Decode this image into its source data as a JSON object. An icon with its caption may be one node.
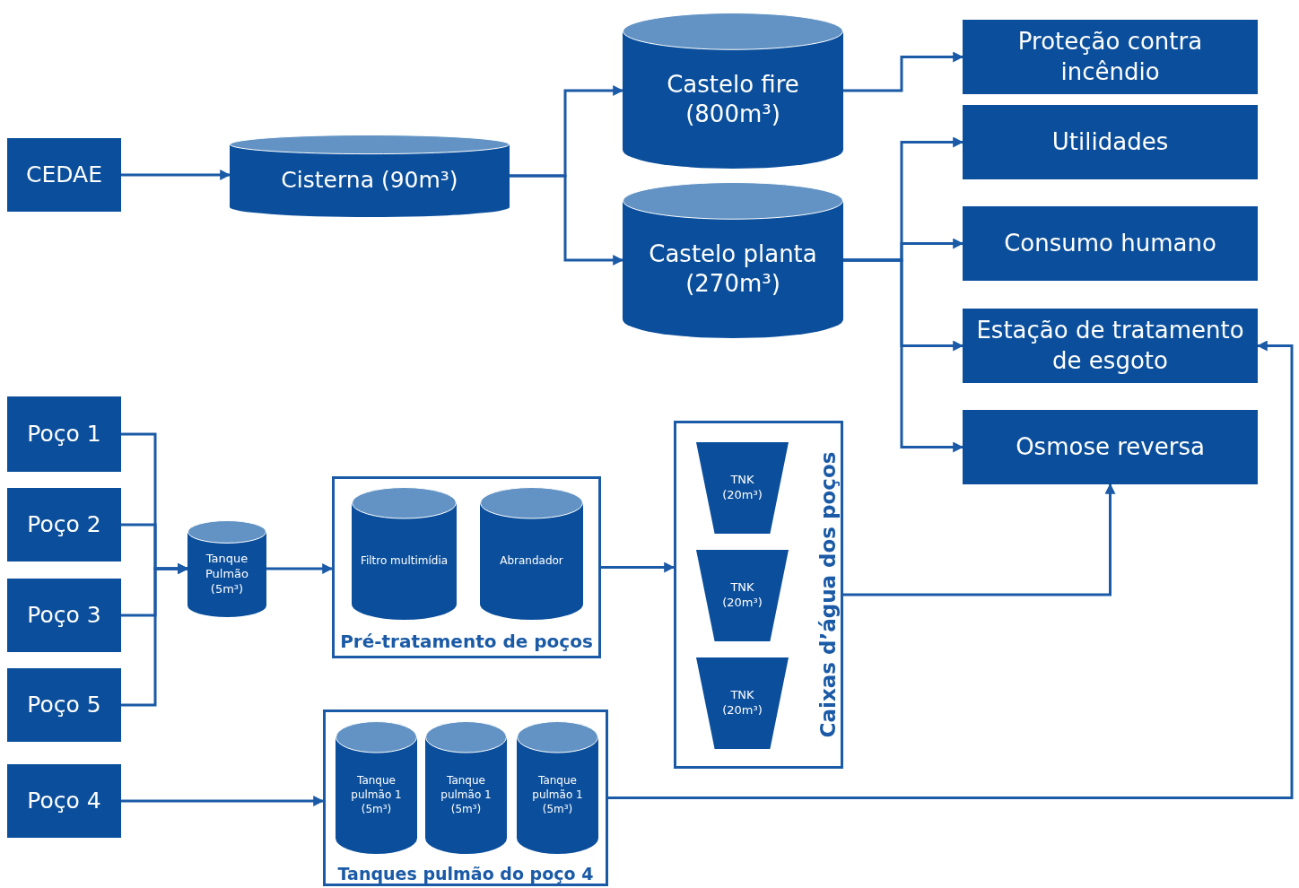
{
  "diagram": {
    "nodes": [
      {
        "text": [
          "CEDAE"
        ]
      },
      {
        "text": [
          "Cisterna (90m³)"
        ]
      },
      {
        "text": [
          "Castelo fire (800m³)"
        ]
      },
      {
        "text": [
          "Castelo planta (270m³)"
        ]
      },
      {
        "text": [
          "Proteção contra incêndio"
        ]
      },
      {
        "text": [
          "Utilidades"
        ]
      },
      {
        "text": [
          "Consumo humano"
        ]
      },
      {
        "text": [
          "Estação de tratamento de esgoto"
        ]
      },
      {
        "text": [
          "Osmose reversa"
        ]
      },
      {
        "text": [
          "Poço 1"
        ]
      },
      {
        "text": [
          "Poço 2"
        ]
      },
      {
        "text": [
          "Poço 3"
        ]
      },
      {
        "text": [
          "Poço 5"
        ]
      },
      {
        "text": [
          "Poço 4"
        ]
      },
      {
        "text": [
          "Tanque Pulmão (5m³)"
        ]
      },
      {
        "text": [
          "Pré-tratamento de poços"
        ]
      },
      {
        "text": [
          "Filtro multimídia"
        ],
        "in": 15
      },
      {
        "text": [
          "Abrandador"
        ],
        "in": 15
      },
      {
        "text": [
          "Caixas d’água dos poços"
        ]
      },
      {
        "text": [
          "TNK (20m³)"
        ],
        "in": 18
      },
      {
        "text": [
          "TNK (20m³)"
        ],
        "in": 18
      },
      {
        "text": [
          "TNK (20m³)"
        ],
        "in": 18
      },
      {
        "text": [
          "Tanques pulmão do poço 4"
        ]
      },
      {
        "text": [
          "Tanque pulmão 1 (5m³)"
        ],
        "in": 22
      },
      {
        "text": [
          "Tanque pulmão 1 (5m³)"
        ],
        "in": 22
      },
      {
        "text": [
          "Tanque pulmão 1 (5m³)"
        ],
        "in": 22
      }
    ],
    "edges": [
      {
        "from": 0,
        "to": 1,
        "arrow": "to"
      },
      {
        "from": 1,
        "to": 2,
        "arrow": "to"
      },
      {
        "from": 1,
        "to": 3,
        "arrow": "to"
      },
      {
        "from": 2,
        "to": 4,
        "arrow": "to"
      },
      {
        "from": 3,
        "to": 5,
        "arrow": "to"
      },
      {
        "from": 3,
        "to": 6,
        "arrow": "to"
      },
      {
        "from": 3,
        "to": 7,
        "arrow": "to"
      },
      {
        "from": 3,
        "to": 8,
        "arrow": "to"
      },
      {
        "from": 9,
        "to": 14,
        "arrow": "to"
      },
      {
        "from": 10,
        "to": 14,
        "arrow": "to"
      },
      {
        "from": 11,
        "to": 14,
        "arrow": "to"
      },
      {
        "from": 12,
        "to": 14,
        "arrow": "to"
      },
      {
        "from": 14,
        "to": 15,
        "arrow": "to"
      },
      {
        "from": 15,
        "to": 18,
        "arrow": "to"
      },
      {
        "from": 18,
        "to": 8,
        "arrow": "to"
      },
      {
        "from": 13,
        "to": 22,
        "arrow": "to"
      },
      {
        "from": 22,
        "to": 7,
        "arrow": "to"
      }
    ]
  }
}
